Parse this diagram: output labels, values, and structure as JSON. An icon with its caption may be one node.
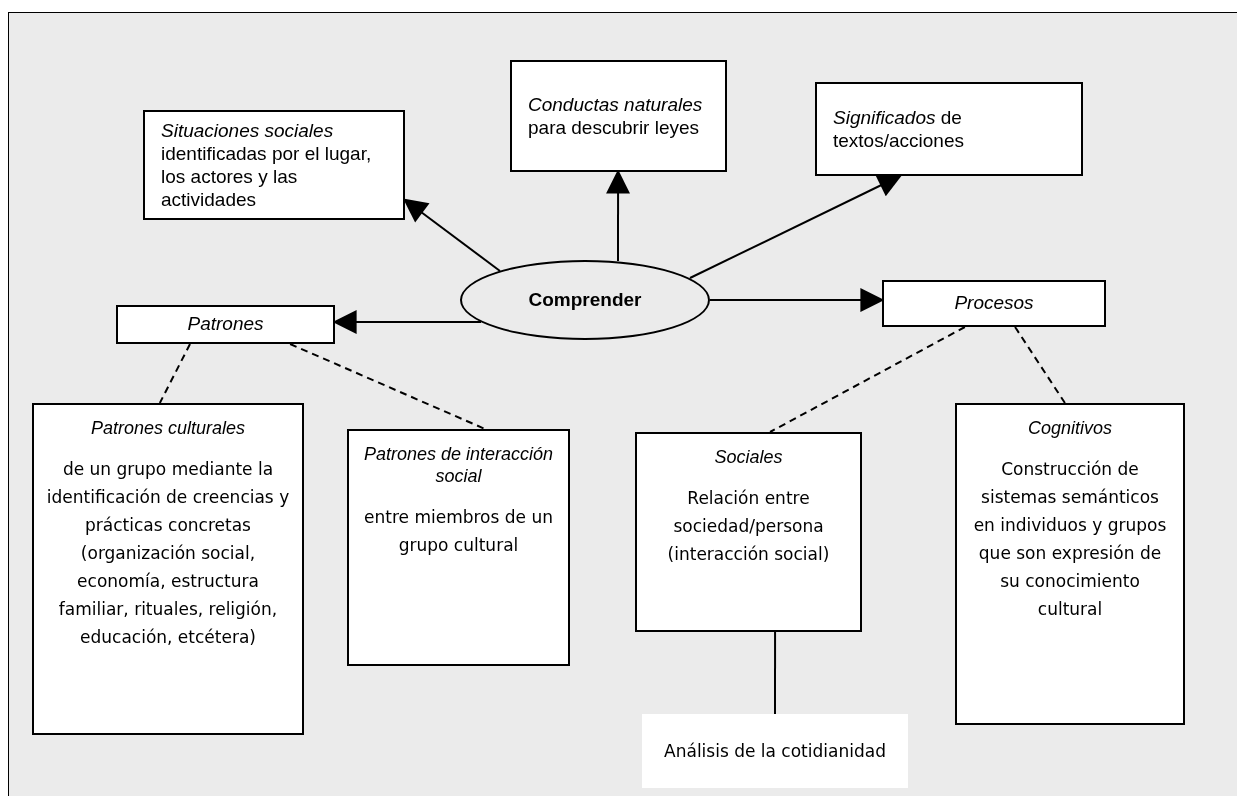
{
  "diagram": {
    "nodes": [
      {
        "text": [
          "*Situaciones sociales* identificadas por el lugar, los actores y las actividades"
        ]
      },
      {
        "text": [
          "*Conductas naturales* para descubrir leyes"
        ]
      },
      {
        "text": [
          "*Significados* de textos/acciones"
        ]
      },
      {
        "text": [
          "Patrones"
        ]
      },
      {
        "text": [
          "Comprender"
        ]
      },
      {
        "text": [
          "Procesos"
        ]
      },
      {
        "text": [
          "Patrones culturales",
          "de un grupo mediante la identificación de creencias y prácticas concretas (organización social, economía, estructura familiar, rituales, religión, educación, etcétera)"
        ]
      },
      {
        "text": [
          "Patrones de interacción social",
          "entre miembros de un grupo cultural"
        ]
      },
      {
        "text": [
          "Sociales",
          "Relación entre sociedad/persona (interacción social)"
        ]
      },
      {
        "text": [
          "Cognitivos",
          "Construcción de sistemas semánticos en individuos y grupos que son expresión de su conocimiento cultural"
        ]
      },
      {
        "text": [
          "Análisis de la cotidianidad"
        ]
      }
    ],
    "edges": [
      {
        "from": 4,
        "to": 0,
        "arrow": "to"
      },
      {
        "from": 4,
        "to": 1,
        "arrow": "to"
      },
      {
        "from": 4,
        "to": 2,
        "arrow": "to"
      },
      {
        "from": 4,
        "to": 3,
        "arrow": "to"
      },
      {
        "from": 4,
        "to": 5,
        "arrow": "to"
      },
      {
        "from": 3,
        "to": 6,
        "arrow": "none",
        "style": "dashed"
      },
      {
        "from": 3,
        "to": 7,
        "arrow": "none",
        "style": "dashed"
      },
      {
        "from": 5,
        "to": 8,
        "arrow": "none",
        "style": "dashed"
      },
      {
        "from": 5,
        "to": 9,
        "arrow": "none",
        "style": "dashed"
      },
      {
        "from": 8,
        "to": 10,
        "arrow": "none"
      }
    ]
  }
}
